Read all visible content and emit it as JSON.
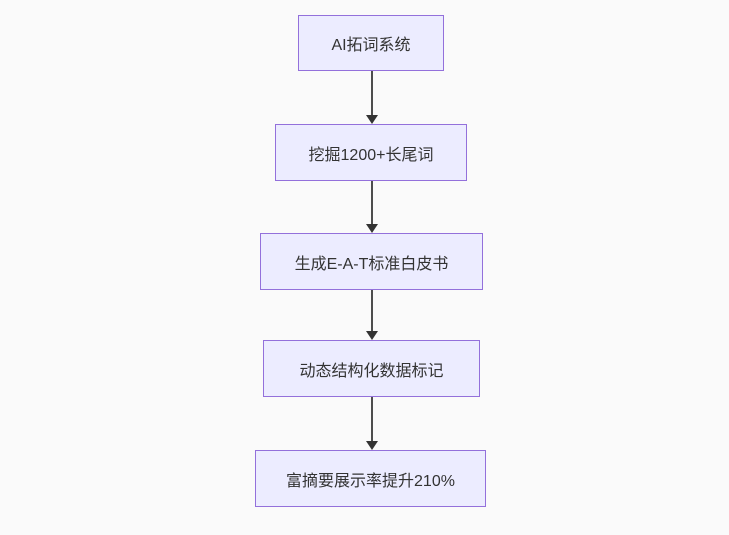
{
  "flowchart": {
    "type": "vertical-flow",
    "direction": "top-down",
    "nodes": [
      {
        "id": "n1",
        "label": "AI拓词系统"
      },
      {
        "id": "n2",
        "label": "挖掘1200+长尾词"
      },
      {
        "id": "n3",
        "label": "生成E-A-T标准白皮书"
      },
      {
        "id": "n4",
        "label": "动态结构化数据标记"
      },
      {
        "id": "n5",
        "label": "富摘要展示率提升210%"
      }
    ],
    "edges": [
      {
        "from": "n1",
        "to": "n2"
      },
      {
        "from": "n2",
        "to": "n3"
      },
      {
        "from": "n3",
        "to": "n4"
      },
      {
        "from": "n4",
        "to": "n5"
      }
    ],
    "colors": {
      "background": "#fafafa",
      "node_fill": "#ECECFF",
      "node_border": "#9370DB",
      "node_text": "#333333",
      "arrow": "#333333"
    }
  }
}
